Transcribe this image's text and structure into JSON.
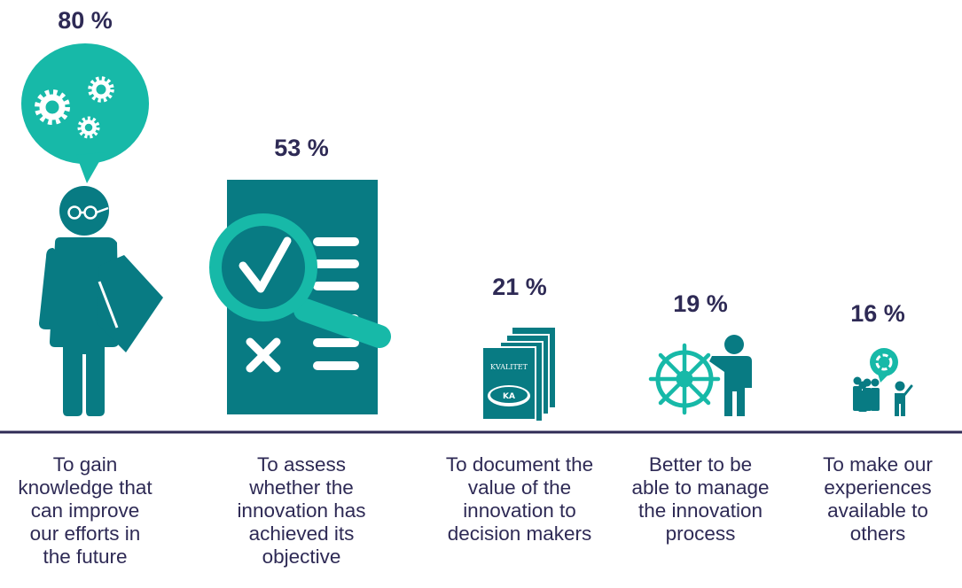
{
  "chart_data": {
    "type": "bar",
    "value_suffix": " %",
    "categories": [
      [
        "To gain",
        "knowledge that",
        "can improve",
        "our efforts in",
        "the future"
      ],
      [
        "To assess",
        "whether the",
        "innovation has",
        "achieved its",
        "objective"
      ],
      [
        "To document the",
        "value of the",
        "innovation to",
        "decision makers"
      ],
      [
        "Better to be",
        "able to manage",
        "the innovation",
        "process"
      ],
      [
        "To make our",
        "experiences",
        "available to",
        "others"
      ]
    ],
    "values": [
      80,
      53,
      21,
      19,
      16
    ],
    "icons": [
      "person-with-gears-speech-bubble-icon",
      "checklist-magnifier-icon",
      "quality-reports-icon",
      "person-steering-wheel-icon",
      "people-sharing-icon"
    ],
    "colors": {
      "icon": "#087b83",
      "icon_accent": "#17b9a8",
      "text": "#2e2a55",
      "baseline": "#2e2a55"
    },
    "labels": {
      "book_title": "KVALITET",
      "book_badge": "KA"
    }
  }
}
